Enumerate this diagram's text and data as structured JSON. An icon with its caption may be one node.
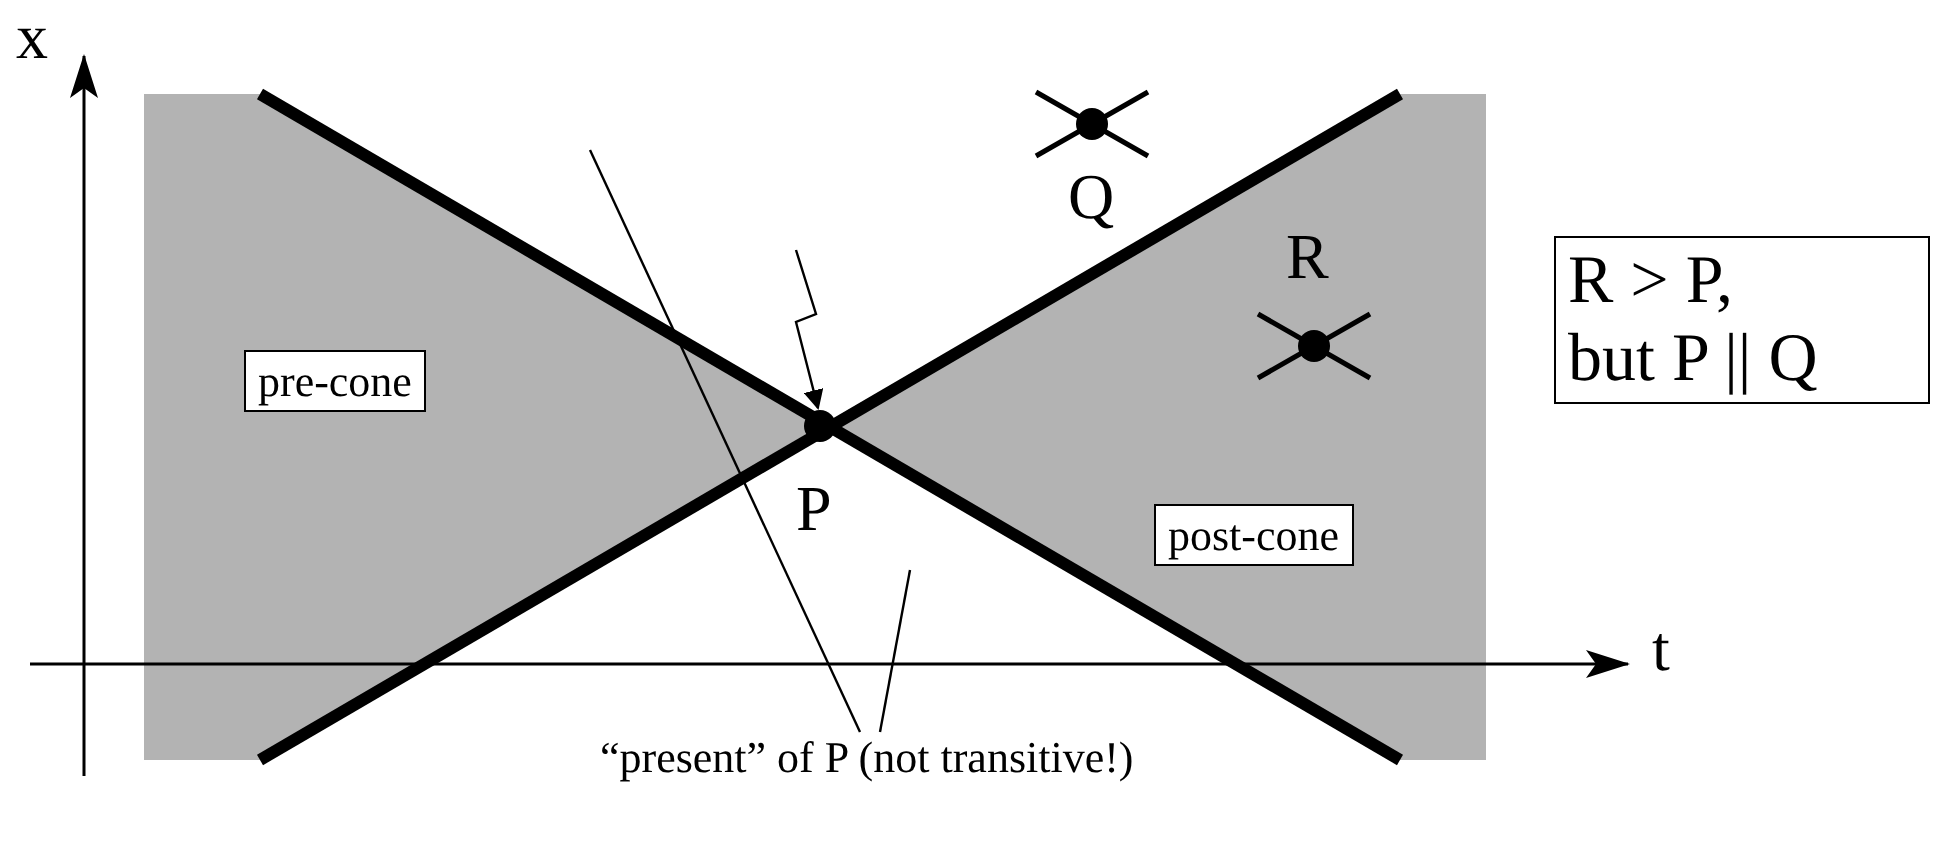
{
  "diagram": {
    "nodes": [
      {
        "text": [],
        "shape": "circle",
        "beside": [
          "Q"
        ]
      },
      {
        "text": [],
        "shape": "circle",
        "beside": [
          "R"
        ]
      },
      {
        "text": [
          "R > P, but P || Q"
        ]
      },
      {
        "text": [
          "pre-cone"
        ]
      },
      {
        "text": [],
        "shape": "circle",
        "beside": [
          "P"
        ]
      },
      {
        "text": [
          "post-cone"
        ]
      },
      {
        "text": [
          "“present” of P (not transitive!)"
        ]
      }
    ],
    "edges": [
      {
        "from": null,
        "to": 4,
        "arrow": "to"
      },
      {
        "from": 6,
        "to": null,
        "arrow": "none"
      },
      {
        "from": 6,
        "to": null,
        "arrow": "none"
      }
    ],
    "labels": [
      "x",
      "t"
    ]
  }
}
